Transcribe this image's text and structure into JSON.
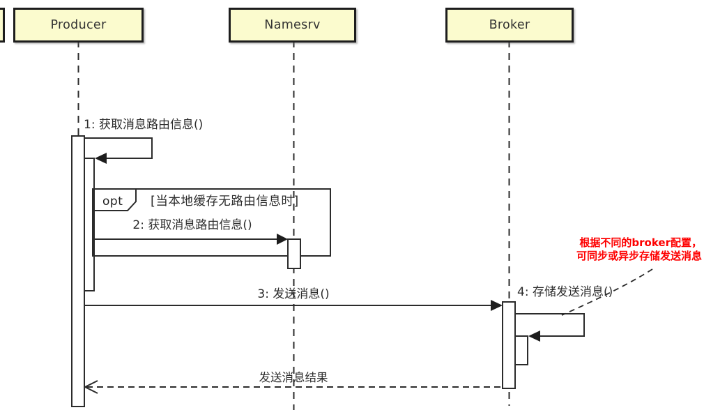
{
  "participants": [
    {
      "name": "Producer"
    },
    {
      "name": "Namesrv"
    },
    {
      "name": "Broker"
    }
  ],
  "messages": {
    "m1": {
      "label": "1: 获取消息路由信息()"
    },
    "m2": {
      "label": "2: 获取消息路由信息()"
    },
    "m3": {
      "label": "3: 发送消息()"
    },
    "m4": {
      "label": "4: 存储发送消息()"
    },
    "reply": {
      "label": "发送消息结果"
    }
  },
  "fragment": {
    "operator": "opt",
    "guard": "[当本地缓存无路由信息时]"
  },
  "annotation": {
    "line1": "根据不同的broker配置，",
    "line2": "可同步或异步存储发送消息",
    "color": "#fe0000"
  },
  "colors": {
    "participant_fill": "#fbfbce",
    "line": "#2b2b2b"
  }
}
